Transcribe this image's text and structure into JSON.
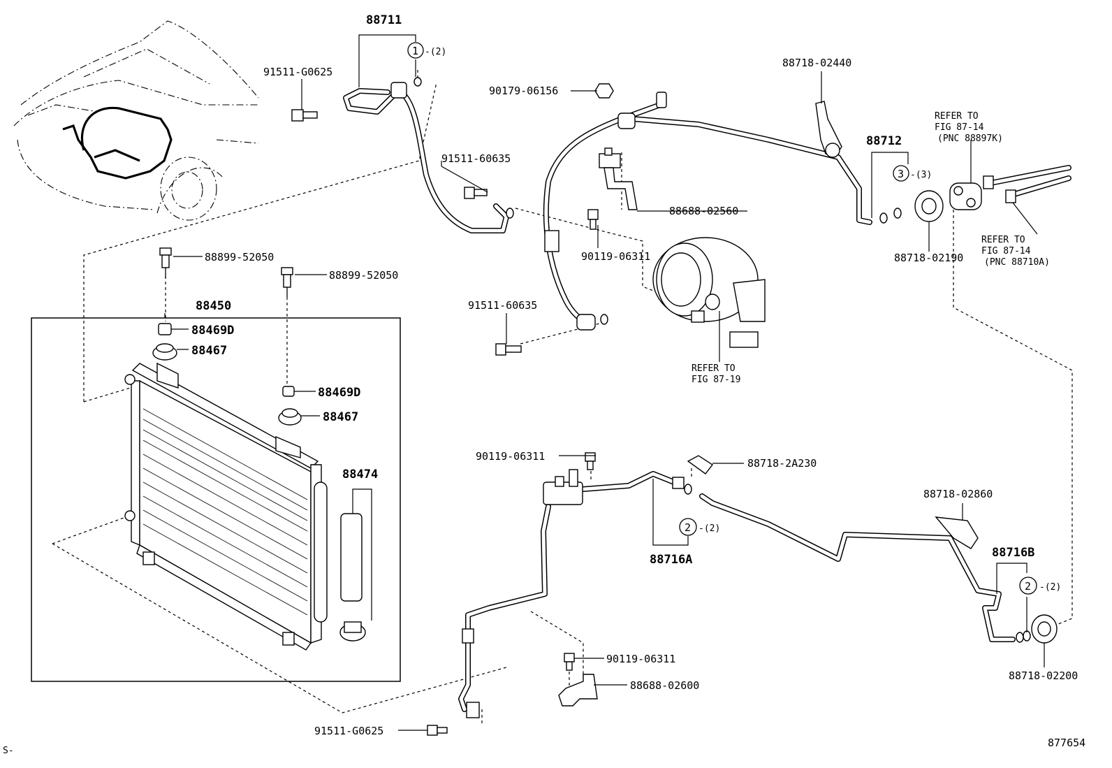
{
  "parts": {
    "p88711": "88711",
    "p91511_G0625_top": "91511-G0625",
    "p91511_60635_a": "91511-60635",
    "p90179_06156": "90179-06156",
    "p88718_02440": "88718-02440",
    "p88712": "88712",
    "p88688_02560": "88688-02560",
    "p90119_06311_a": "90119-06311",
    "p91511_60635_b": "91511-60635",
    "p88718_02190": "88718-02190",
    "p88899_52050_a": "88899-52050",
    "p88899_52050_b": "88899-52050",
    "p88450": "88450",
    "p88469D_a": "88469D",
    "p88467_a": "88467",
    "p88469D_b": "88469D",
    "p88467_b": "88467",
    "p88474": "88474",
    "p90119_06311_b": "90119-06311",
    "p88718_2A230": "88718-2A230",
    "p88716A": "88716A",
    "p88718_02860": "88718-02860",
    "p88716B": "88716B",
    "p88718_02200": "88718-02200",
    "p90119_06311_c": "90119-06311",
    "p88688_02600": "88688-02600",
    "p91511_G0625_bottom": "91511-G0625"
  },
  "callouts": {
    "c1": "1",
    "c1_qty": "-(2)",
    "c3": "3",
    "c3_qty": "-(3)",
    "c2a": "2",
    "c2a_qty": "-(2)",
    "c2b": "2",
    "c2b_qty": "-(2)"
  },
  "refs": {
    "ref_87_14_a_line1": "REFER TO",
    "ref_87_14_a_line2": "FIG 87-14",
    "ref_87_14_a_line3": "(PNC 88897K)",
    "ref_87_14_b_line1": "REFER TO",
    "ref_87_14_b_line2": "FIG 87-14",
    "ref_87_14_b_line3": "(PNC 88710A)",
    "ref_87_19_line1": "REFER TO",
    "ref_87_19_line2": "FIG 87-19"
  },
  "footer": {
    "left_code": "S-",
    "diagram_number": "877654"
  }
}
